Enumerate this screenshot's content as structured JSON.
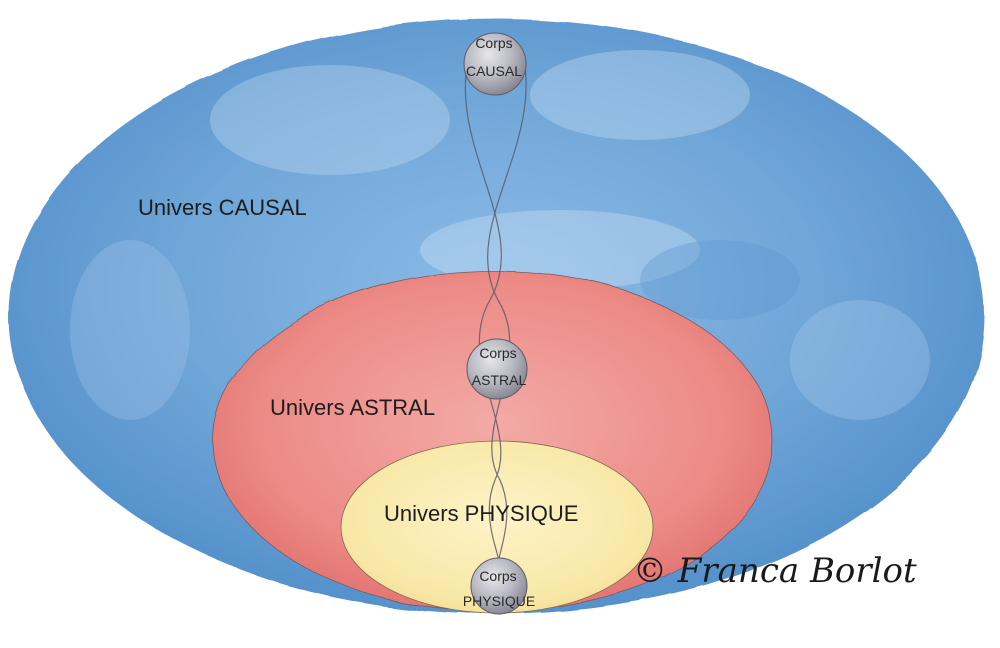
{
  "universes": {
    "causal": {
      "label": "Univers CAUSAL",
      "color": "#6fa6d8"
    },
    "astral": {
      "label": "Univers ASTRAL",
      "color": "#ec8a86"
    },
    "physique": {
      "label": "Univers PHYSIQUE",
      "color": "#f8e7a6"
    }
  },
  "bodies": {
    "causal": {
      "line1": "Corps",
      "line2": "CAUSAL"
    },
    "astral": {
      "line1": "Corps",
      "line2": "ASTRAL"
    },
    "physique": {
      "line1": "Corps",
      "line2": "PHYSIQUE"
    }
  },
  "copyright": "© Franca Borlot"
}
